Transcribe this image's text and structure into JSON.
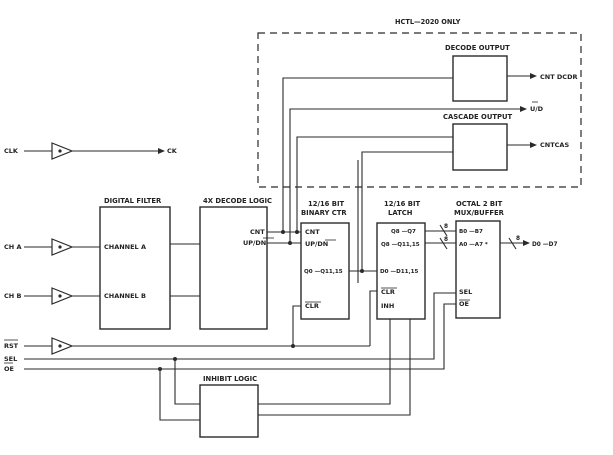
{
  "header": {
    "hctl_only": "HCTL—2020 ONLY"
  },
  "blocks": {
    "decode_output": "DECODE OUTPUT",
    "cascade_output": "CASCADE OUTPUT",
    "digital_filter": "DIGITAL FILTER",
    "decode_logic": "4X DECODE LOGIC",
    "binary_ctr_line1": "12/16 BIT",
    "binary_ctr_line2": "BINARY CTR",
    "latch_line1": "12/16 BIT",
    "latch_line2": "LATCH",
    "mux_line1": "OCTAL 2 BIT",
    "mux_line2": "MUX/BUFFER",
    "inhibit_logic": "INHIBIT LOGIC"
  },
  "pins": {
    "channel_a": "CHANNEL A",
    "channel_b": "CHANNEL B",
    "cnt": "CNT",
    "up_dn": "UP/DN",
    "ctr_cnt": "CNT",
    "ctr_up_dn": "UP/DN",
    "ctr_q": "Q0 —Q11,15",
    "ctr_clr": "CLR",
    "latch_q1": "Q8 —Q7",
    "latch_q2": "Q8 —Q11,15",
    "latch_d": "D0 —D11,15",
    "latch_clr": "CLR",
    "latch_inh": "INH",
    "mux_b": "B0 —B7",
    "mux_a": "A0 —A7 *",
    "mux_sel": "SEL",
    "mux_oe": "OE"
  },
  "signals": {
    "clk": "CLK",
    "ck": "CK",
    "ch_a": "CH A",
    "ch_b": "CH B",
    "rst": "RST",
    "sel": "SEL",
    "oe": "OE",
    "cnt_dcdr": "CNT DCDR",
    "u_d": "U/D",
    "cnt_cas": "CNTCAS",
    "bus_width_1": "8",
    "bus_width_2": "8",
    "bus_width_out": "8",
    "data_out": "D0 —D7"
  }
}
